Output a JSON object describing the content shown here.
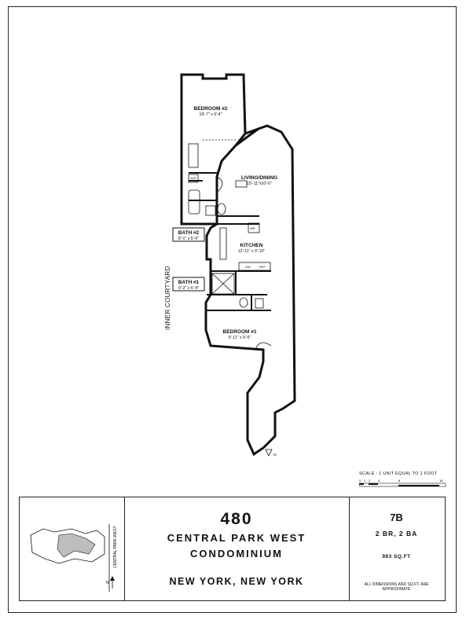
{
  "rooms": {
    "bedroom2": {
      "name": "BEDROOM #2",
      "dims": "19'-7\" x 9'-4\""
    },
    "living": {
      "name": "LIVING/DINING",
      "dims": "15'-11\"x10'-0\""
    },
    "bath2": {
      "name": "BATH #2",
      "dims": "8'-1\" x 5'-6\""
    },
    "kitchen": {
      "name": "KITCHEN",
      "dims": "12'-11\" x 9'-10\""
    },
    "bath1": {
      "name": "BATH #1",
      "dims": "9'-2\" x 6'-4\""
    },
    "bedroom1": {
      "name": "BEDROOM #1",
      "dims": "9'-11\" x 9'-6\""
    }
  },
  "fixtures": {
    "wd": "W/D",
    "wr": "WR",
    "dw": "DW",
    "ref": "REF"
  },
  "orientation": {
    "courtyard": "INNER COURTYARD",
    "entry_tag": "7B"
  },
  "scale": {
    "text": "SCALE : 1 UNIT EQUAL TO 1 FOOT",
    "ticks": [
      "0",
      "1",
      "2",
      "4",
      "8",
      "16"
    ]
  },
  "building": {
    "number": "480",
    "line1": "CENTRAL PARK WEST",
    "line2": "CONDOMINIUM",
    "city": "NEW YORK, NEW YORK",
    "keymap_street": "CENTRAL PARK WEST",
    "north": "N"
  },
  "unit": {
    "number": "7B",
    "beds_baths": "2 BR, 2 BA",
    "sqft": "983 SQ.FT",
    "note": "ALL DIMENSIONS AND SQ.FT. ARE APPROXIMATE"
  }
}
